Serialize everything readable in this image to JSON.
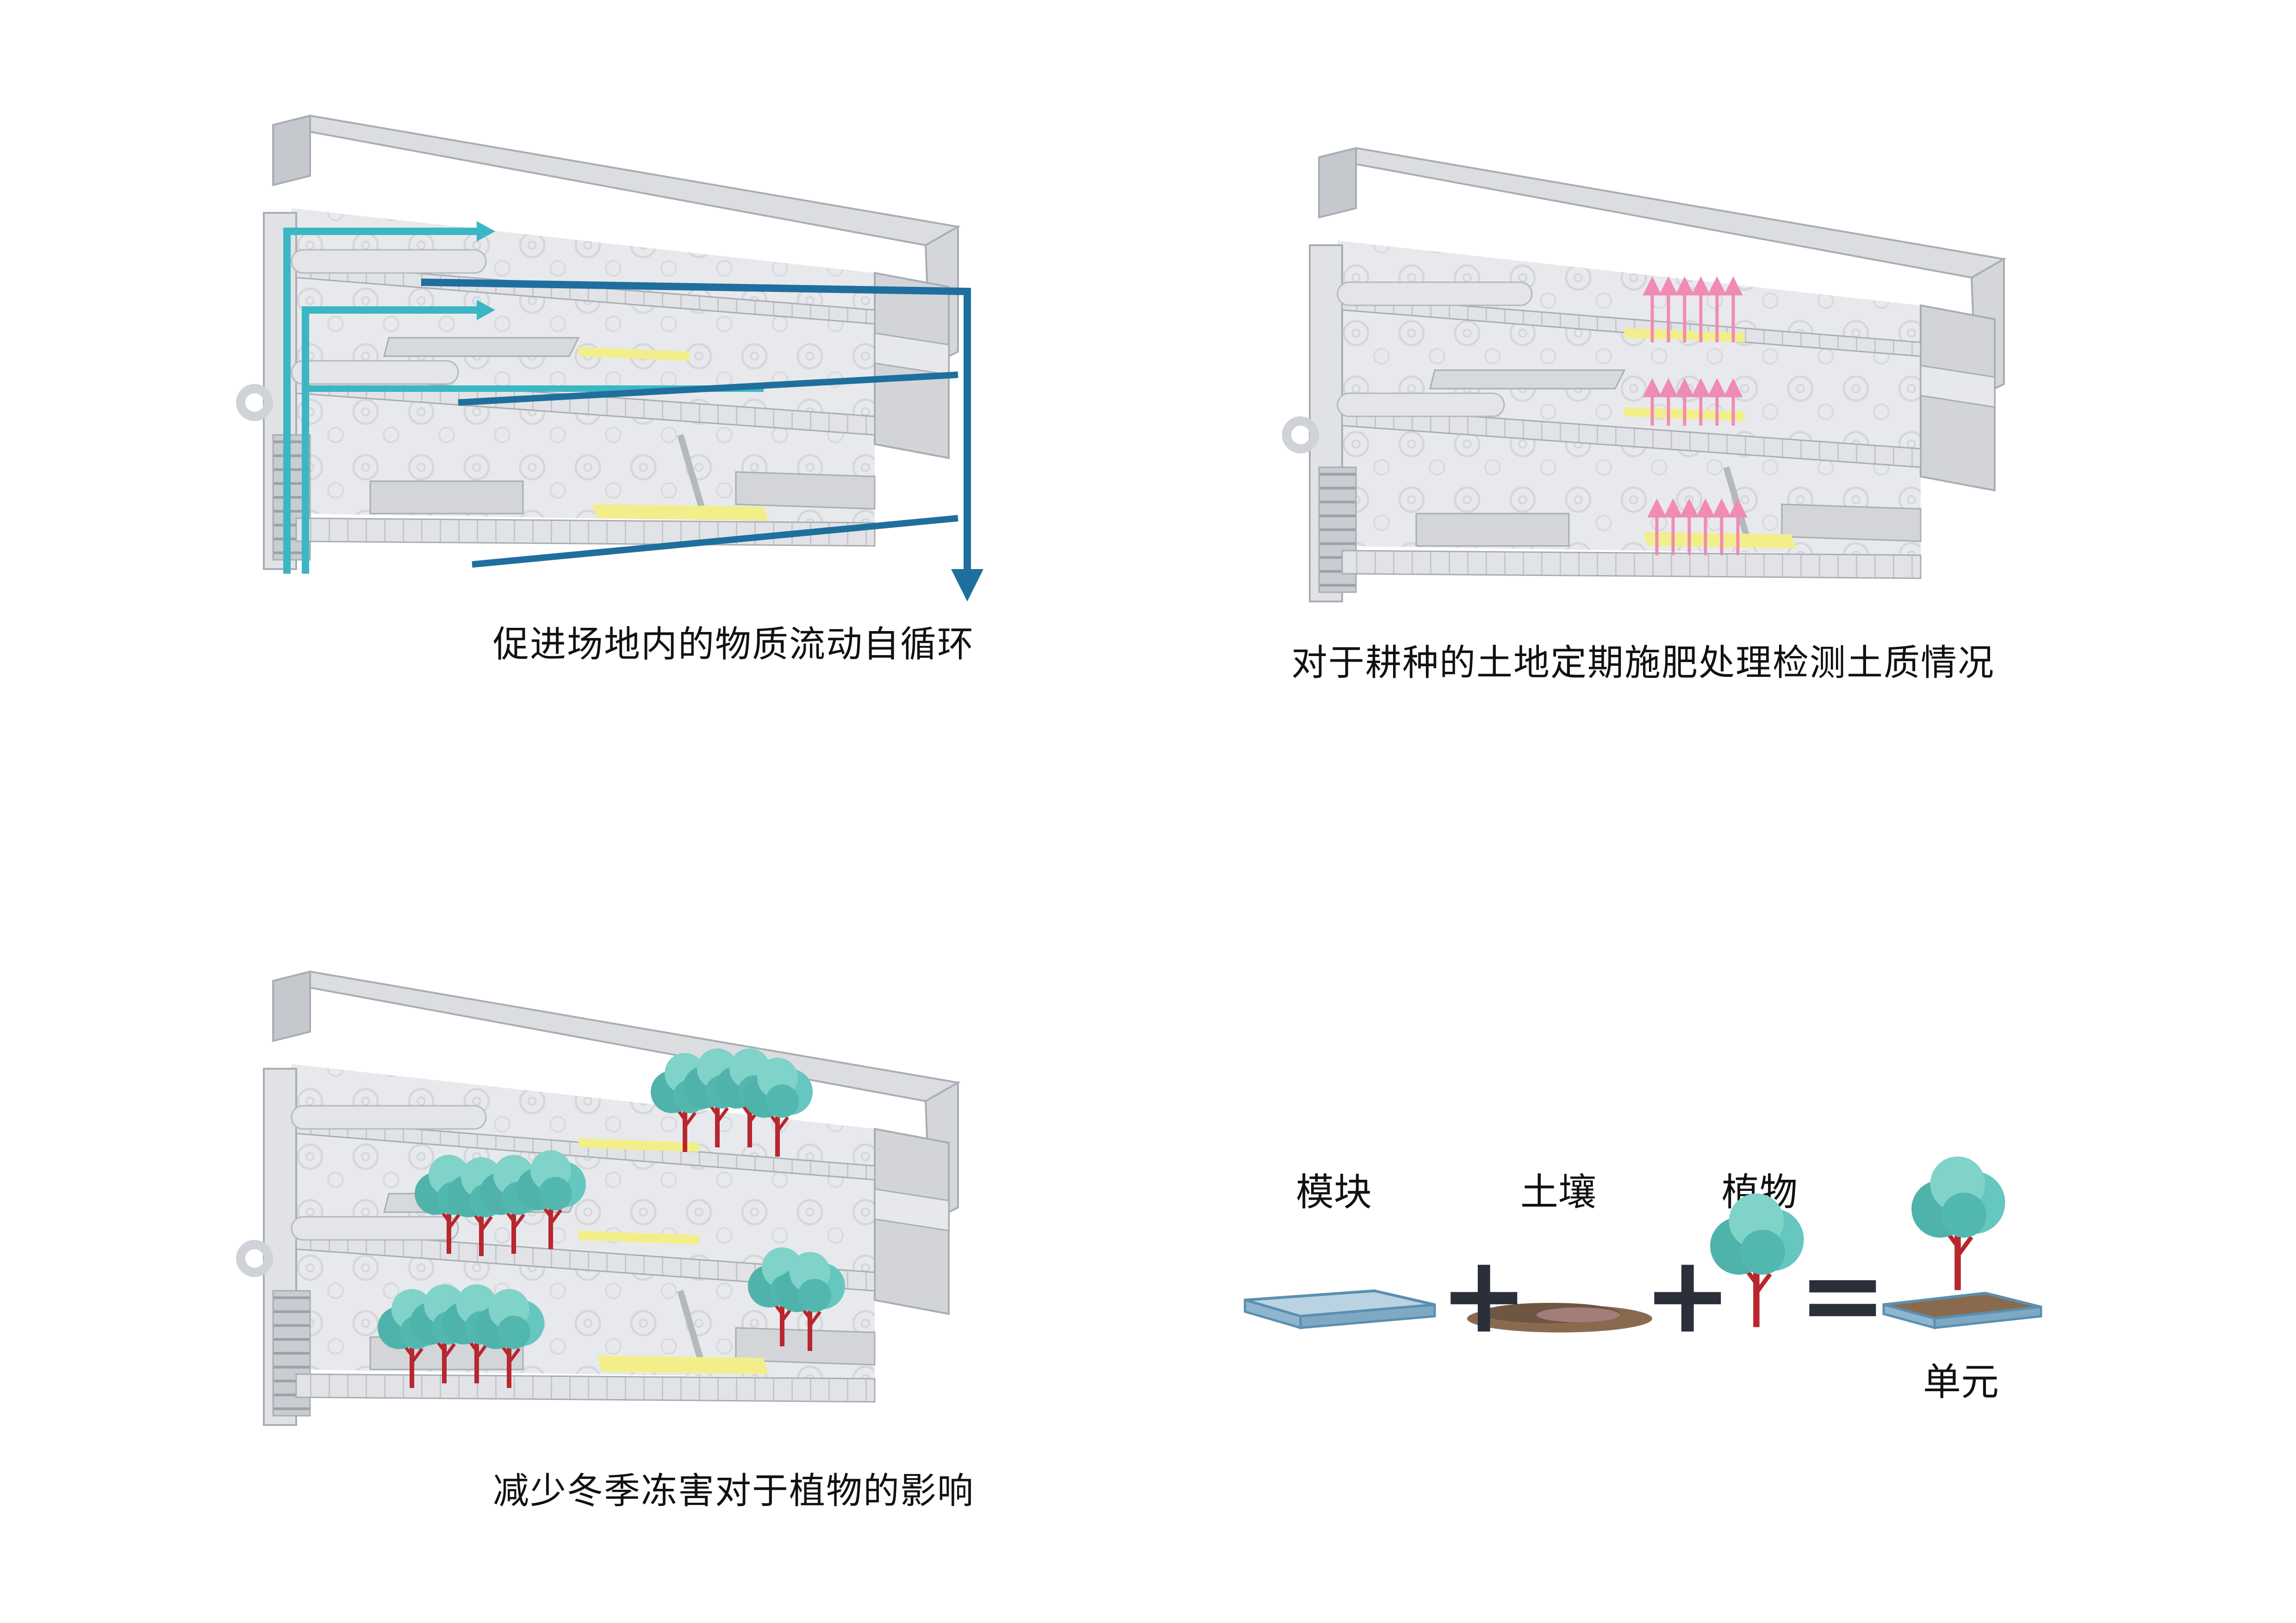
{
  "panels": [
    {
      "caption": "促进场地内的物质流动自循环"
    },
    {
      "caption": "对于耕种的土地定期施肥处理检测土质情况"
    },
    {
      "caption": "减少冬季冻害对于植物的影响"
    }
  ],
  "equation": {
    "module_label": "模块",
    "soil_label": "土壤",
    "plant_label": "植物",
    "result_label": "单元",
    "plus": "+",
    "equals": "="
  },
  "colors": {
    "structure": "#e6e7ea",
    "structure_dark": "#b9bcc2",
    "frame": "#a9adb4",
    "highlight_yellow": "#f2ef8a",
    "flow_teal": "#3bb7c4",
    "flow_blue": "#1f6f9e",
    "arrow_pink": "#f08bb6",
    "tree_canopy": "#5cc0b6",
    "tree_trunk": "#b8262e"
  }
}
